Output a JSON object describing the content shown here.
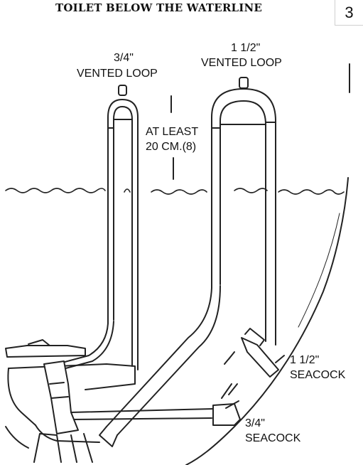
{
  "title": "TOILET BELOW THE WATERLINE",
  "page_number": "3",
  "labels": {
    "small_loop_size": "3/4\"",
    "small_loop_name": "VENTED LOOP",
    "large_loop_size": "1 1/2\"",
    "large_loop_name": "VENTED LOOP",
    "height_line1": "AT LEAST",
    "height_line2": "20 CM.(8)",
    "large_seacock_size": "1 1/2\"",
    "large_seacock_name": "SEACOCK",
    "small_seacock_size": "3/4\"",
    "small_seacock_name": "SEACOCK"
  }
}
